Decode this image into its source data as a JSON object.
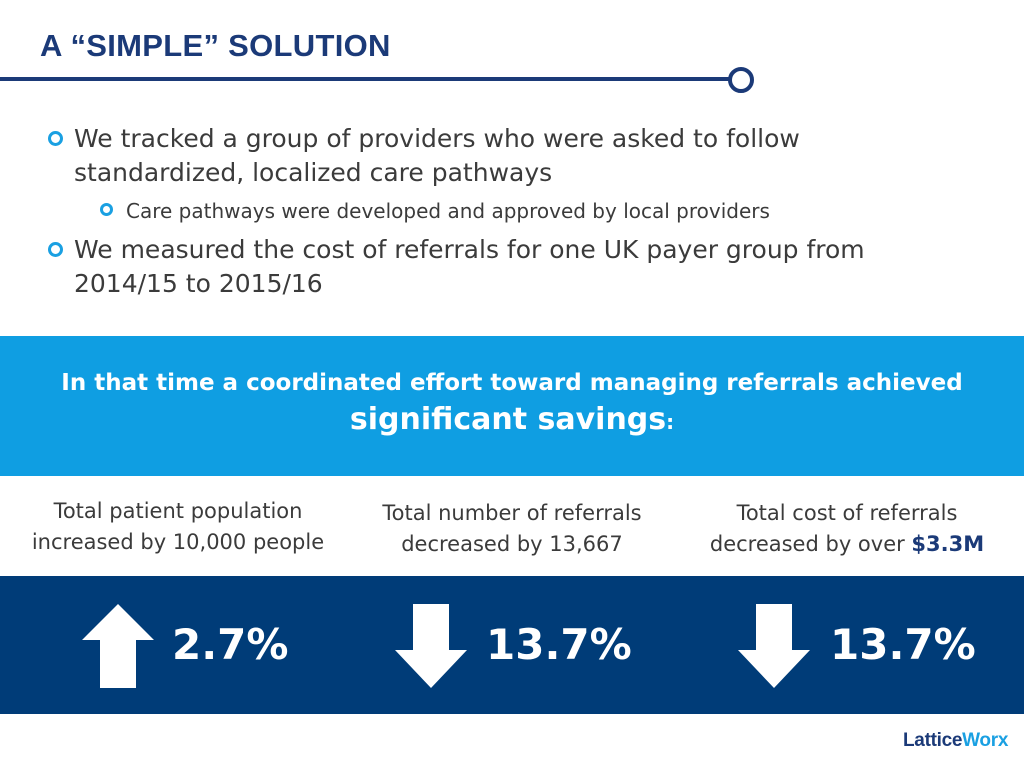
{
  "header": {
    "title": "A “SIMPLE” SOLUTION"
  },
  "bullets": [
    {
      "level": 1,
      "text": "We tracked a group of providers who were asked to follow standardized, localized care pathways"
    },
    {
      "level": 2,
      "text": "Care pathways were developed and approved by local providers"
    },
    {
      "level": 1,
      "text": "We measured the cost of referrals for one UK payer group from 2014/15 to 2015/16"
    }
  ],
  "band": {
    "line1": "In that time a coordinated effort toward managing referrals achieved",
    "line2": "significant savings",
    "colon": ":"
  },
  "stats": [
    {
      "line1": "Total patient population",
      "line2": "increased by 10,000 people",
      "line2_bold": "",
      "value": "2.7%",
      "direction": "up"
    },
    {
      "line1": "Total number of referrals",
      "line2": "decreased by 13,667",
      "line2_bold": "",
      "value": "13.7%",
      "direction": "down"
    },
    {
      "line1": "Total cost of referrals",
      "line2": "decreased by over ",
      "line2_bold": "$3.3M",
      "value": "13.7%",
      "direction": "down"
    }
  ],
  "logo": {
    "part1": "Lattice",
    "part2": "Worx"
  },
  "colors": {
    "navy": "#1b3a78",
    "band_blue": "#0f9ee2",
    "dark_band": "#003c78",
    "bullet": "#1aa0e2"
  }
}
